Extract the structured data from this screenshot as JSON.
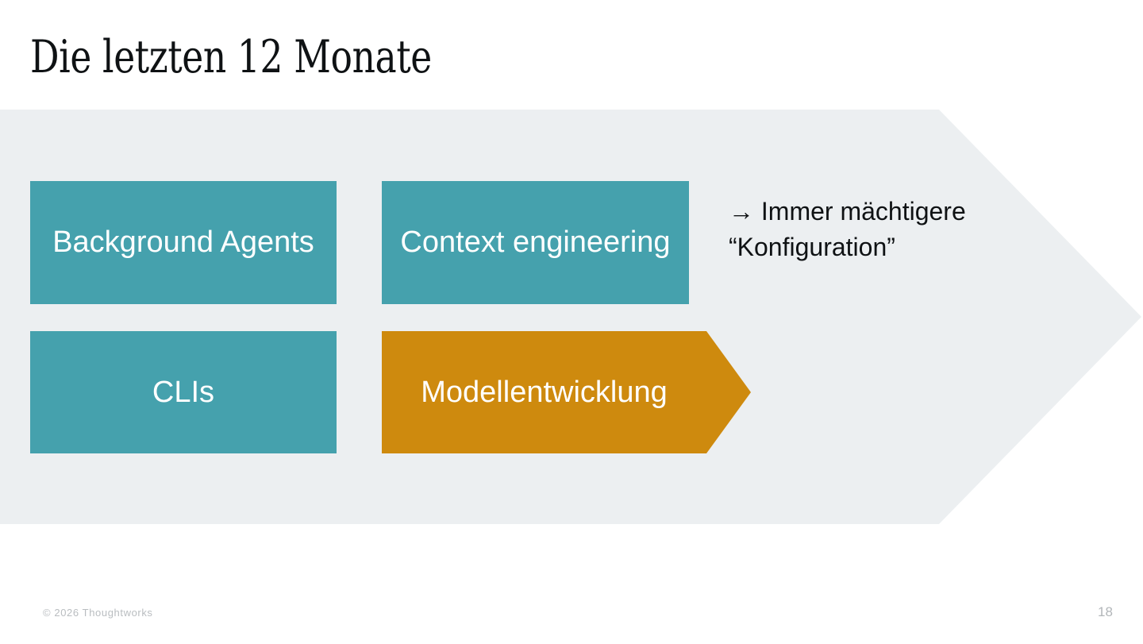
{
  "slide": {
    "title": "Die letzten 12 Monate",
    "page_number": "18",
    "copyright": "© 2026 Thoughtworks",
    "colors": {
      "band_background": "#ECEFF1",
      "teal_box": "#45A1AD",
      "orange_arrow": "#CE8A0E",
      "title_text": "#0F1214",
      "box_text": "#FFFFFF",
      "footer_text": "#B9BDC0",
      "slide_background": "#FFFFFF"
    }
  },
  "diagram": {
    "boxes": [
      {
        "id": "background-agents",
        "label": "Background Agents",
        "shape": "rectangle",
        "color": "#45A1AD",
        "column": 1,
        "row": 1
      },
      {
        "id": "context-engineering",
        "label": "Context engineering",
        "shape": "rectangle",
        "color": "#45A1AD",
        "column": 2,
        "row": 1
      },
      {
        "id": "clis",
        "label": "CLIs",
        "shape": "rectangle",
        "color": "#45A1AD",
        "column": 1,
        "row": 2
      },
      {
        "id": "modellentwicklung",
        "label": "Modellentwicklung",
        "shape": "arrow-right",
        "color": "#CE8A0E",
        "column": 2,
        "row": 2
      }
    ],
    "annotation": "→ Immer mächtigere “Konfiguration”",
    "background_shape": "chevron-right"
  }
}
